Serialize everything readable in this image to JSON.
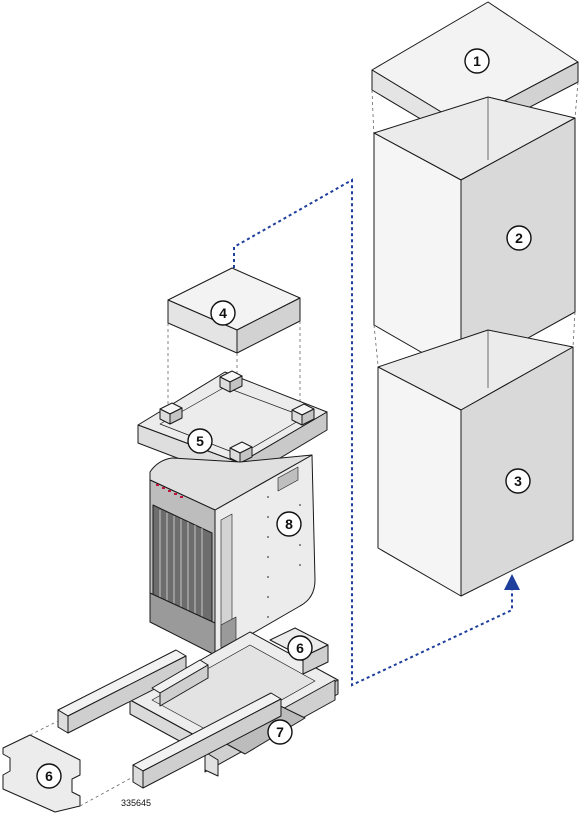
{
  "callouts": {
    "c1": "1",
    "c2": "2",
    "c3": "3",
    "c4": "4",
    "c5": "5",
    "c6a": "6",
    "c6b": "6",
    "c7": "7",
    "c8": "8"
  },
  "figure_id": "335645",
  "colors": {
    "line": "#1a1a1a",
    "face_light": "#f2f2f2",
    "face_mid": "#e2e2e2",
    "face_dark": "#c8c8c8",
    "arrow": "#1f3f9c"
  }
}
